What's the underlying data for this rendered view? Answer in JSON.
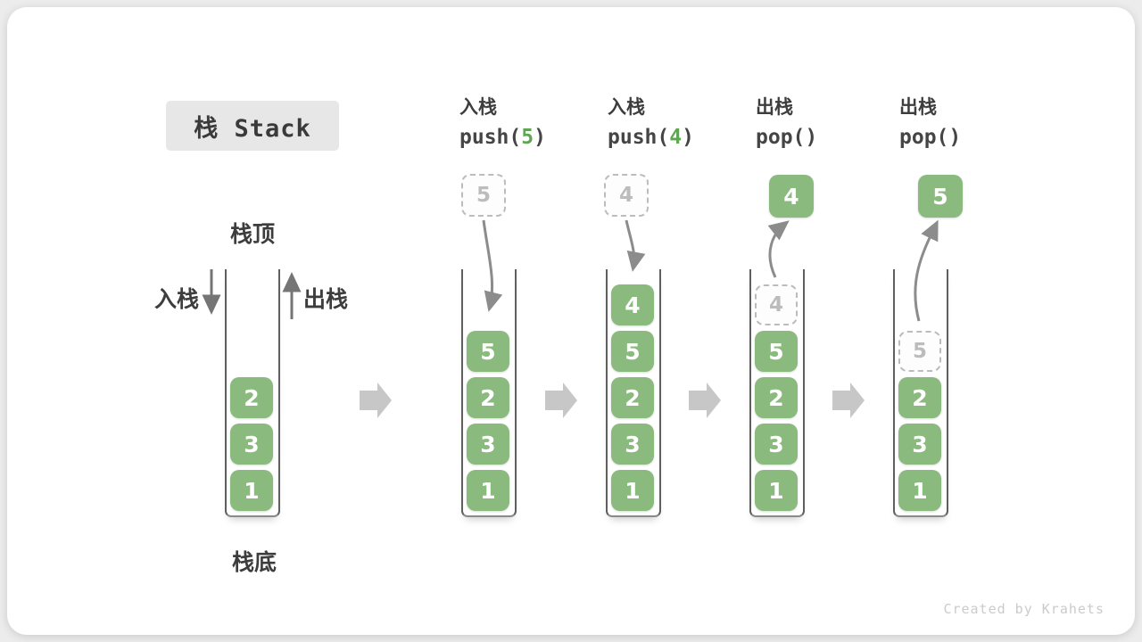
{
  "title": {
    "text": "栈 Stack"
  },
  "legend": {
    "stack_top": "栈顶",
    "stack_bottom": "栈底",
    "push_side": "入栈",
    "pop_side": "出栈"
  },
  "colors": {
    "cell_green": "#8aba7e",
    "code_arg_green": "#5fa554",
    "ghost_gray": "#bcbcbc",
    "block_arrow_gray": "#c7c7c7"
  },
  "columns": [
    {
      "name": "initial",
      "cells": [
        "2",
        "3",
        "1"
      ]
    },
    {
      "name": "push-5",
      "op_name": "入栈",
      "code_open": "push(",
      "code_arg": "5",
      "code_close": ")",
      "floating_value": "5",
      "cells": [
        "5",
        "2",
        "3",
        "1"
      ]
    },
    {
      "name": "push-4",
      "op_name": "入栈",
      "code_open": "push(",
      "code_arg": "4",
      "code_close": ")",
      "floating_value": "4",
      "cells": [
        "4",
        "5",
        "2",
        "3",
        "1"
      ]
    },
    {
      "name": "pop-4",
      "op_name": "出栈",
      "code_open": "pop(",
      "code_arg": "",
      "code_close": ")",
      "floating_value": "4",
      "ghost_value": "4",
      "cells": [
        "5",
        "2",
        "3",
        "1"
      ]
    },
    {
      "name": "pop-5",
      "op_name": "出栈",
      "code_open": "pop(",
      "code_arg": "",
      "code_close": ")",
      "floating_value": "5",
      "ghost_value": "5",
      "cells": [
        "2",
        "3",
        "1"
      ]
    }
  ],
  "watermark": "Created by Krahets"
}
